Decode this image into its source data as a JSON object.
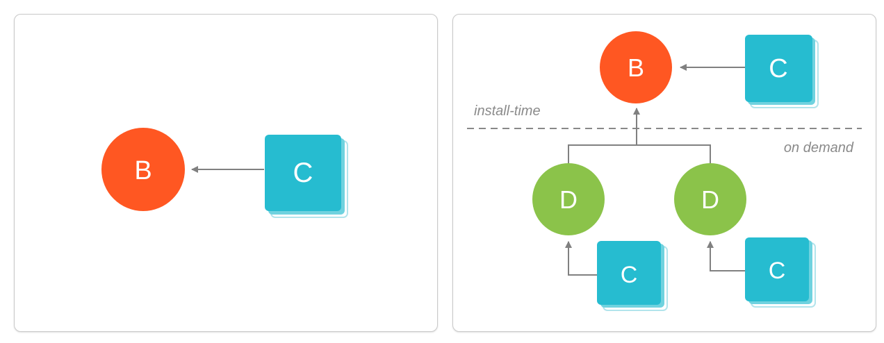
{
  "colors": {
    "module_b": "#ff5722",
    "module_c": "#26bcd0",
    "module_d": "#8bc34a",
    "arrow": "#808080",
    "divider": "#888888",
    "panel_border": "#c9c9c9"
  },
  "left_panel": {
    "node_b": "B",
    "node_c": "C"
  },
  "right_panel": {
    "node_b": "B",
    "node_c_top": "C",
    "node_d_left": "D",
    "node_d_right": "D",
    "node_c_bottom_left": "C",
    "node_c_bottom_right": "C",
    "label_install_time": "install-time",
    "label_on_demand": "on demand"
  }
}
